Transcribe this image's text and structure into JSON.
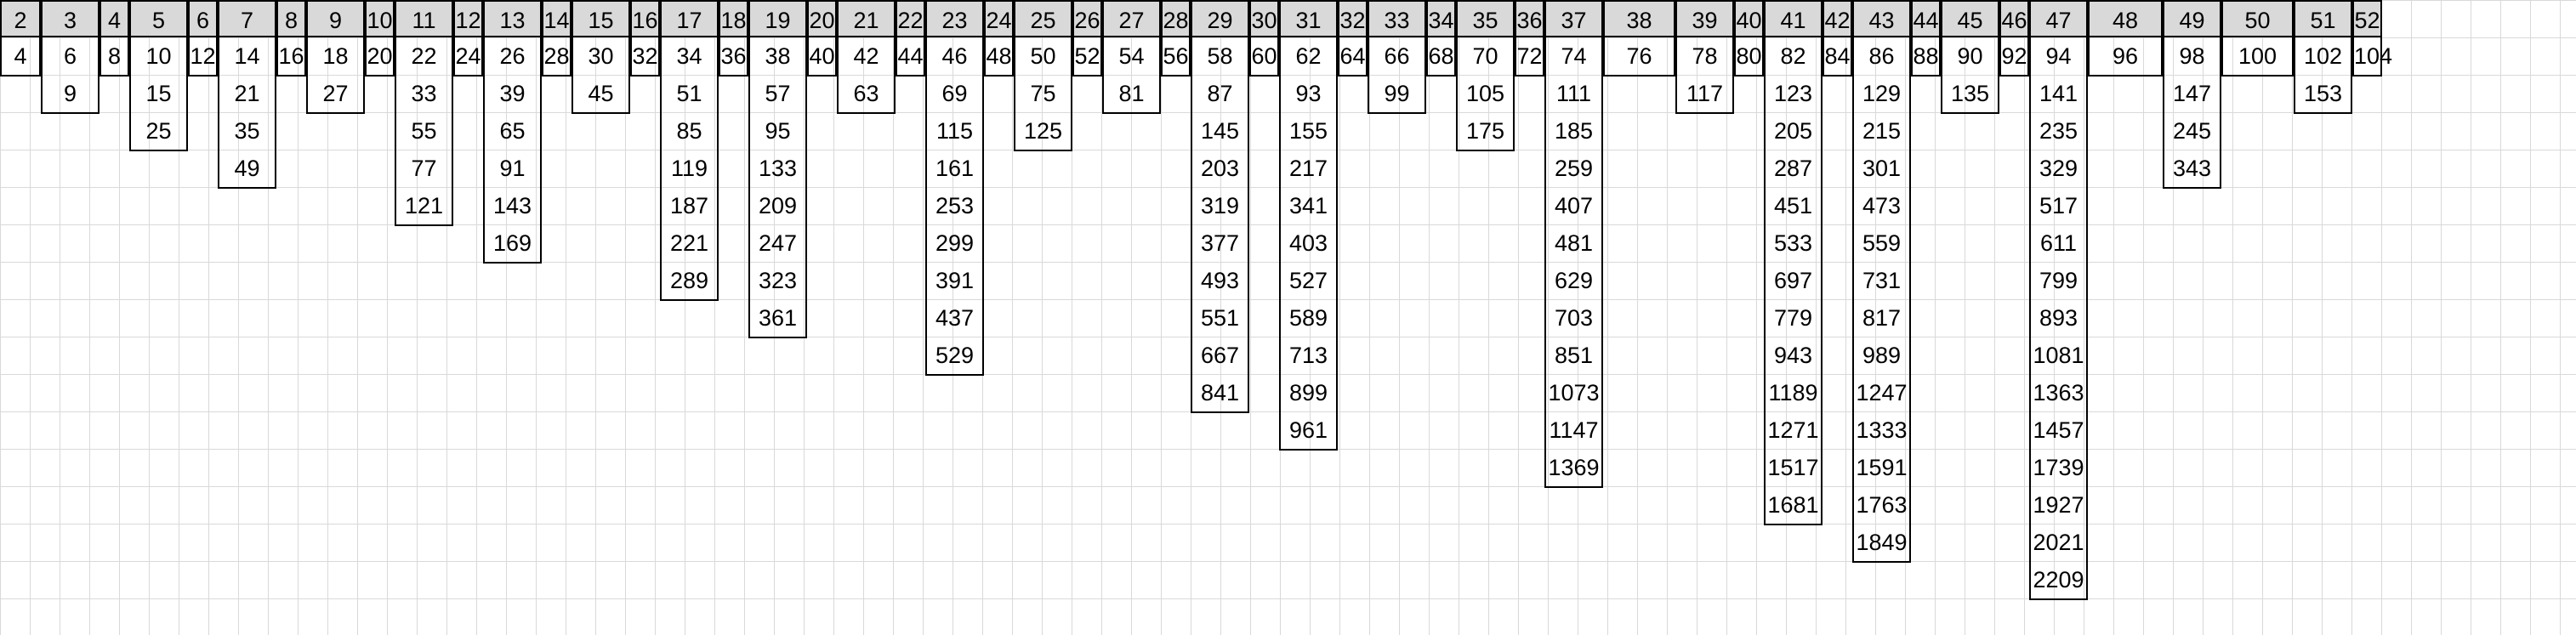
{
  "sheet": {
    "columns": [
      {
        "header": "2",
        "values": [
          "4"
        ]
      },
      {
        "header": "3",
        "values": [
          "6",
          "9"
        ]
      },
      {
        "header": "4",
        "values": [
          "8"
        ]
      },
      {
        "header": "5",
        "values": [
          "10",
          "15",
          "25"
        ]
      },
      {
        "header": "6",
        "values": [
          "12"
        ]
      },
      {
        "header": "7",
        "values": [
          "14",
          "21",
          "35",
          "49"
        ]
      },
      {
        "header": "8",
        "values": [
          "16"
        ]
      },
      {
        "header": "9",
        "values": [
          "18",
          "27"
        ]
      },
      {
        "header": "10",
        "values": [
          "20"
        ]
      },
      {
        "header": "11",
        "values": [
          "22",
          "33",
          "55",
          "77",
          "121"
        ]
      },
      {
        "header": "12",
        "values": [
          "24"
        ]
      },
      {
        "header": "13",
        "values": [
          "26",
          "39",
          "65",
          "91",
          "143",
          "169"
        ]
      },
      {
        "header": "14",
        "values": [
          "28"
        ]
      },
      {
        "header": "15",
        "values": [
          "30",
          "45"
        ]
      },
      {
        "header": "16",
        "values": [
          "32"
        ]
      },
      {
        "header": "17",
        "values": [
          "34",
          "51",
          "85",
          "119",
          "187",
          "221",
          "289"
        ]
      },
      {
        "header": "18",
        "values": [
          "36"
        ]
      },
      {
        "header": "19",
        "values": [
          "38",
          "57",
          "95",
          "133",
          "209",
          "247",
          "323",
          "361"
        ]
      },
      {
        "header": "20",
        "values": [
          "40"
        ]
      },
      {
        "header": "21",
        "values": [
          "42",
          "63"
        ]
      },
      {
        "header": "22",
        "values": [
          "44"
        ]
      },
      {
        "header": "23",
        "values": [
          "46",
          "69",
          "115",
          "161",
          "253",
          "299",
          "391",
          "437",
          "529"
        ]
      },
      {
        "header": "24",
        "values": [
          "48"
        ]
      },
      {
        "header": "25",
        "values": [
          "50",
          "75",
          "125"
        ]
      },
      {
        "header": "26",
        "values": [
          "52"
        ]
      },
      {
        "header": "27",
        "values": [
          "54",
          "81"
        ]
      },
      {
        "header": "28",
        "values": [
          "56"
        ]
      },
      {
        "header": "29",
        "values": [
          "58",
          "87",
          "145",
          "203",
          "319",
          "377",
          "493",
          "551",
          "667",
          "841"
        ]
      },
      {
        "header": "30",
        "values": [
          "60"
        ]
      },
      {
        "header": "31",
        "values": [
          "62",
          "93",
          "155",
          "217",
          "341",
          "403",
          "527",
          "589",
          "713",
          "899",
          "961"
        ]
      },
      {
        "header": "32",
        "values": [
          "64"
        ]
      },
      {
        "header": "33",
        "values": [
          "66",
          "99"
        ]
      },
      {
        "header": "34",
        "values": [
          "68"
        ]
      },
      {
        "header": "35",
        "values": [
          "70",
          "105",
          "175"
        ]
      },
      {
        "header": "36",
        "values": [
          "72"
        ]
      },
      {
        "header": "37",
        "values": [
          "74",
          "111",
          "185",
          "259",
          "407",
          "481",
          "629",
          "703",
          "851",
          "1073",
          "1147",
          "1369"
        ]
      },
      {
        "header": "38",
        "values": [
          "76"
        ]
      },
      {
        "header": "39",
        "values": [
          "78",
          "117"
        ]
      },
      {
        "header": "40",
        "values": [
          "80"
        ]
      },
      {
        "header": "41",
        "values": [
          "82",
          "123",
          "205",
          "287",
          "451",
          "533",
          "697",
          "779",
          "943",
          "1189",
          "1271",
          "1517",
          "1681"
        ]
      },
      {
        "header": "42",
        "values": [
          "84"
        ]
      },
      {
        "header": "43",
        "values": [
          "86",
          "129",
          "215",
          "301",
          "473",
          "559",
          "731",
          "817",
          "989",
          "1247",
          "1333",
          "1591",
          "1763",
          "1849"
        ]
      },
      {
        "header": "44",
        "values": [
          "88"
        ]
      },
      {
        "header": "45",
        "values": [
          "90",
          "135"
        ]
      },
      {
        "header": "46",
        "values": [
          "92"
        ]
      },
      {
        "header": "47",
        "values": [
          "94",
          "141",
          "235",
          "329",
          "517",
          "611",
          "799",
          "893",
          "1081",
          "1363",
          "1457",
          "1739",
          "1927",
          "2021",
          "2209"
        ]
      },
      {
        "header": "48",
        "values": [
          "96"
        ]
      },
      {
        "header": "49",
        "values": [
          "98",
          "147",
          "245",
          "343"
        ]
      },
      {
        "header": "50",
        "values": [
          "100"
        ]
      },
      {
        "header": "51",
        "values": [
          "102",
          "153"
        ]
      },
      {
        "header": "52",
        "values": [
          "104"
        ]
      }
    ]
  }
}
